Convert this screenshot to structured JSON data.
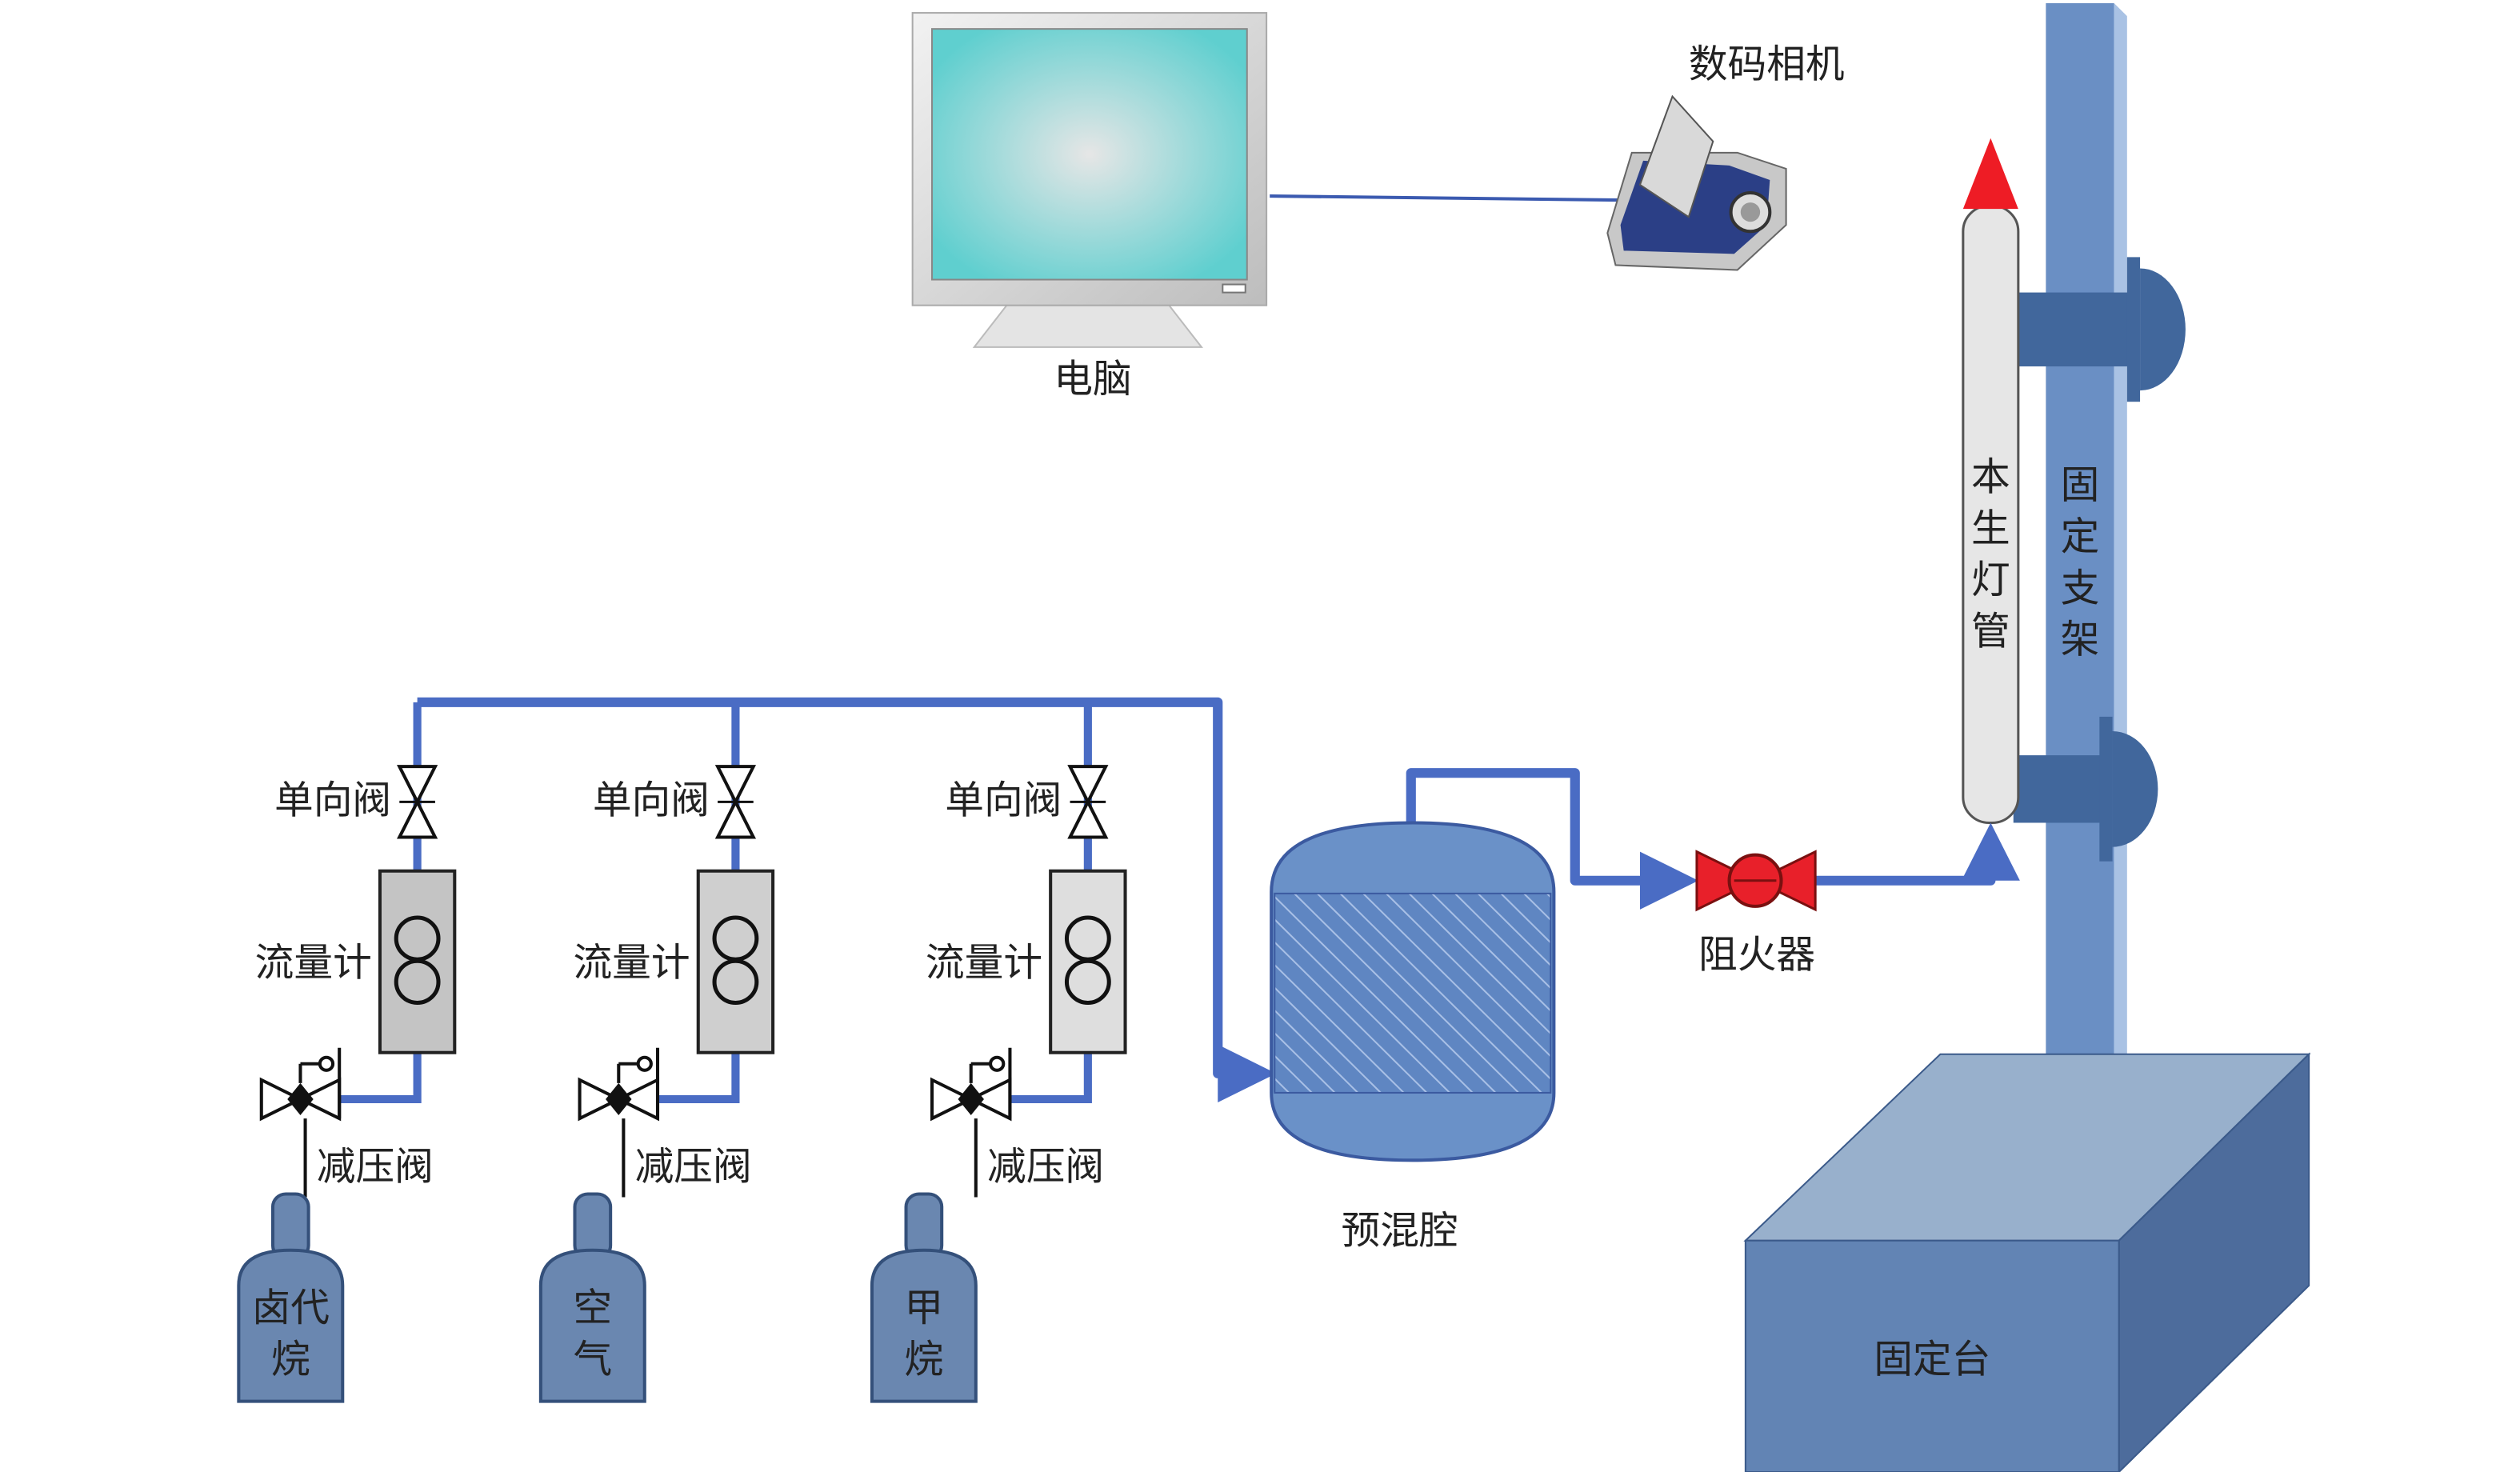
{
  "labels": {
    "computer": "电脑",
    "camera": "数码相机",
    "burner_tube": [
      "本",
      "生",
      "灯",
      "管"
    ],
    "fixed_bracket": [
      "固",
      "定",
      "支",
      "架"
    ],
    "fixed_base": "固定台",
    "flame_arrester": "阻火器",
    "premix_chamber": "预混腔",
    "check_valve": "单向阀",
    "flowmeter": "流量计",
    "pressure_reducing_valve": "减压阀"
  },
  "cylinders": [
    {
      "lines": [
        "卤代",
        "烷"
      ]
    },
    {
      "lines": [
        "空",
        "气"
      ]
    },
    {
      "lines": [
        "甲",
        "烷"
      ]
    }
  ],
  "colors": {
    "pipe": "#4a6cc4",
    "steel": "#6286b8",
    "flame": "#e8202a",
    "screen": "#6fd3d3"
  }
}
